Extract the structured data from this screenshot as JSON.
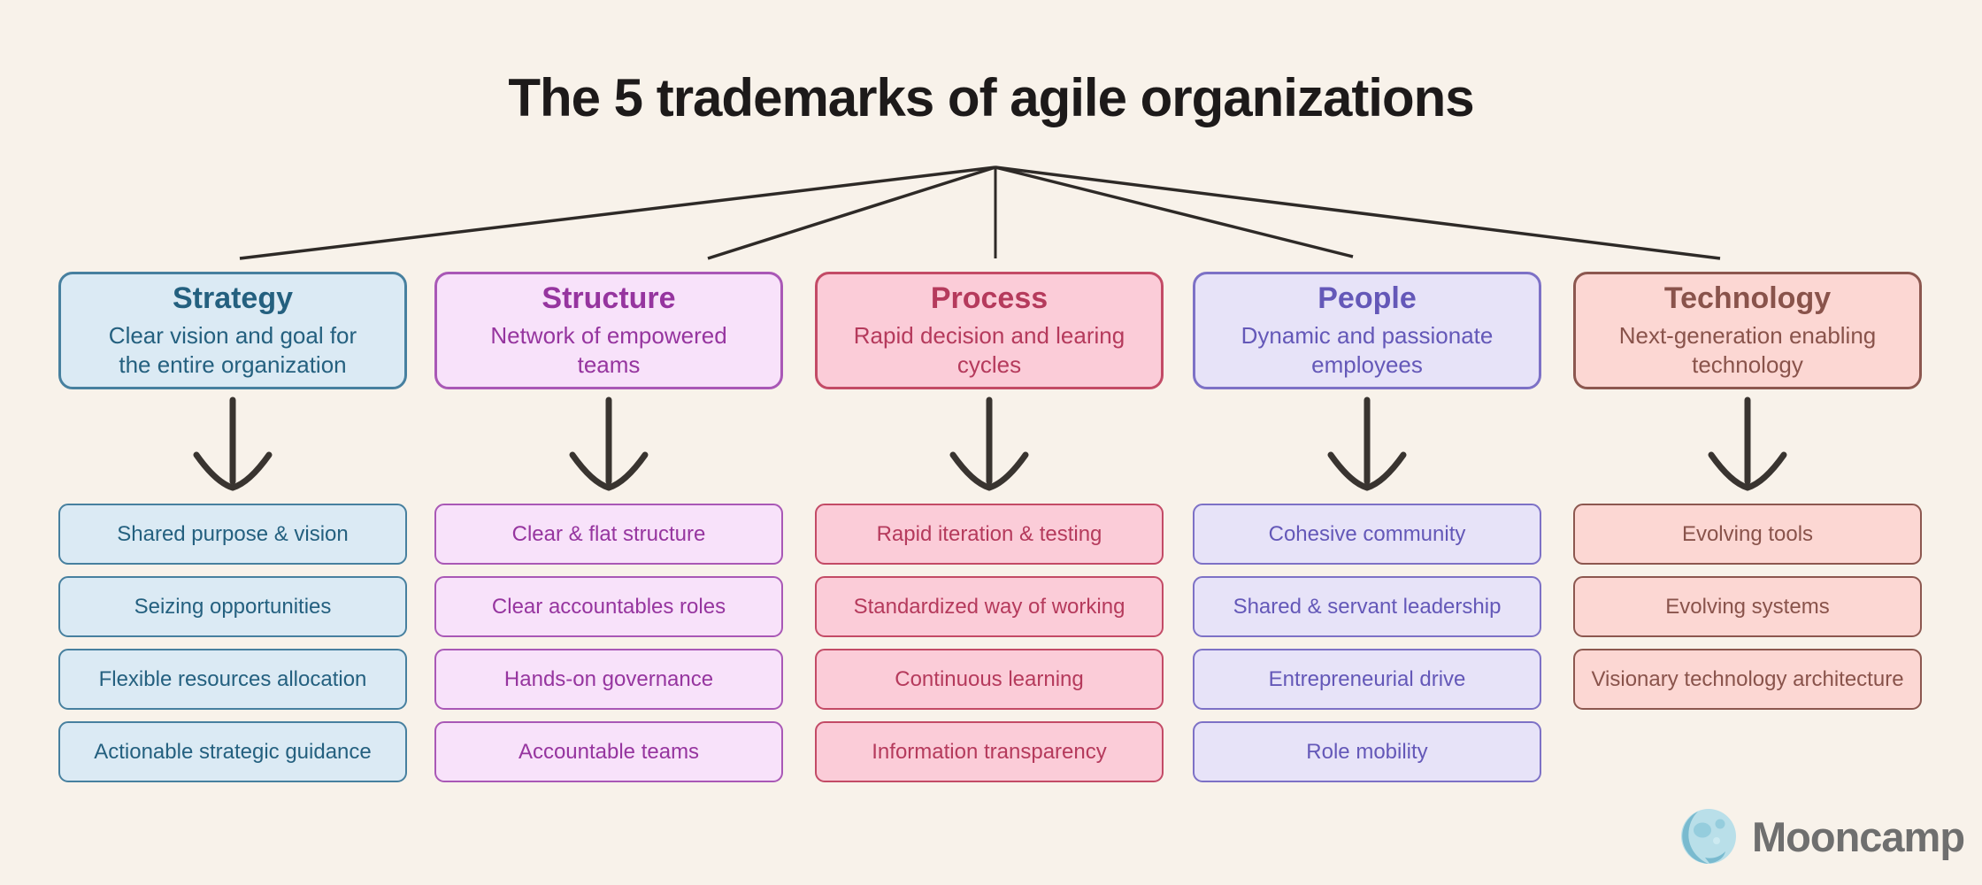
{
  "title": "The 5 trademarks of agile organizations",
  "columns": [
    {
      "title": "Strategy",
      "subtitle": "Clear vision and goal for the entire organization",
      "items": [
        "Shared purpose & vision",
        "Seizing opportunities",
        "Flexible resources allocation",
        "Actionable strategic guidance"
      ],
      "colors": {
        "fill": "#dbeaf4",
        "border": "#47809f",
        "text": "#24607f"
      }
    },
    {
      "title": "Structure",
      "subtitle": "Network of empowered teams",
      "items": [
        "Clear & flat structure",
        "Clear accountables roles",
        "Hands-on governance",
        "Accountable teams"
      ],
      "colors": {
        "fill": "#f8e2fa",
        "border": "#a958b6",
        "text": "#96359f"
      }
    },
    {
      "title": "Process",
      "subtitle": "Rapid decision and learing cycles",
      "items": [
        "Rapid iteration & testing",
        "Standardized way of working",
        "Continuous learning",
        "Information transparency"
      ],
      "colors": {
        "fill": "#fbccd8",
        "border": "#c34b66",
        "text": "#b53a5c"
      }
    },
    {
      "title": "People",
      "subtitle": "Dynamic and passionate employees",
      "items": [
        "Cohesive community",
        "Shared & servant leadership",
        "Entrepreneurial drive",
        "Role mobility"
      ],
      "colors": {
        "fill": "#e7e3f8",
        "border": "#7d71c6",
        "text": "#6458b8"
      }
    },
    {
      "title": "Technology",
      "subtitle": "Next-generation enabling technology",
      "items": [
        "Evolving tools",
        "Evolving systems",
        "Visionary technology architecture"
      ],
      "colors": {
        "fill": "#fcd7d3",
        "border": "#8c574f",
        "text": "#89534b"
      }
    }
  ],
  "diagram": {
    "background_color": "#f8f2ea",
    "connector_color": "#2e2a27",
    "title_color": "#1d1a1a"
  },
  "footer": {
    "brand": "Mooncamp",
    "brand_color": "#6f6f6f",
    "icon": "moon-icon",
    "icon_colors": {
      "base": "#b9dfe9",
      "shade": "#79bacf",
      "crater": "#95cddd"
    }
  }
}
